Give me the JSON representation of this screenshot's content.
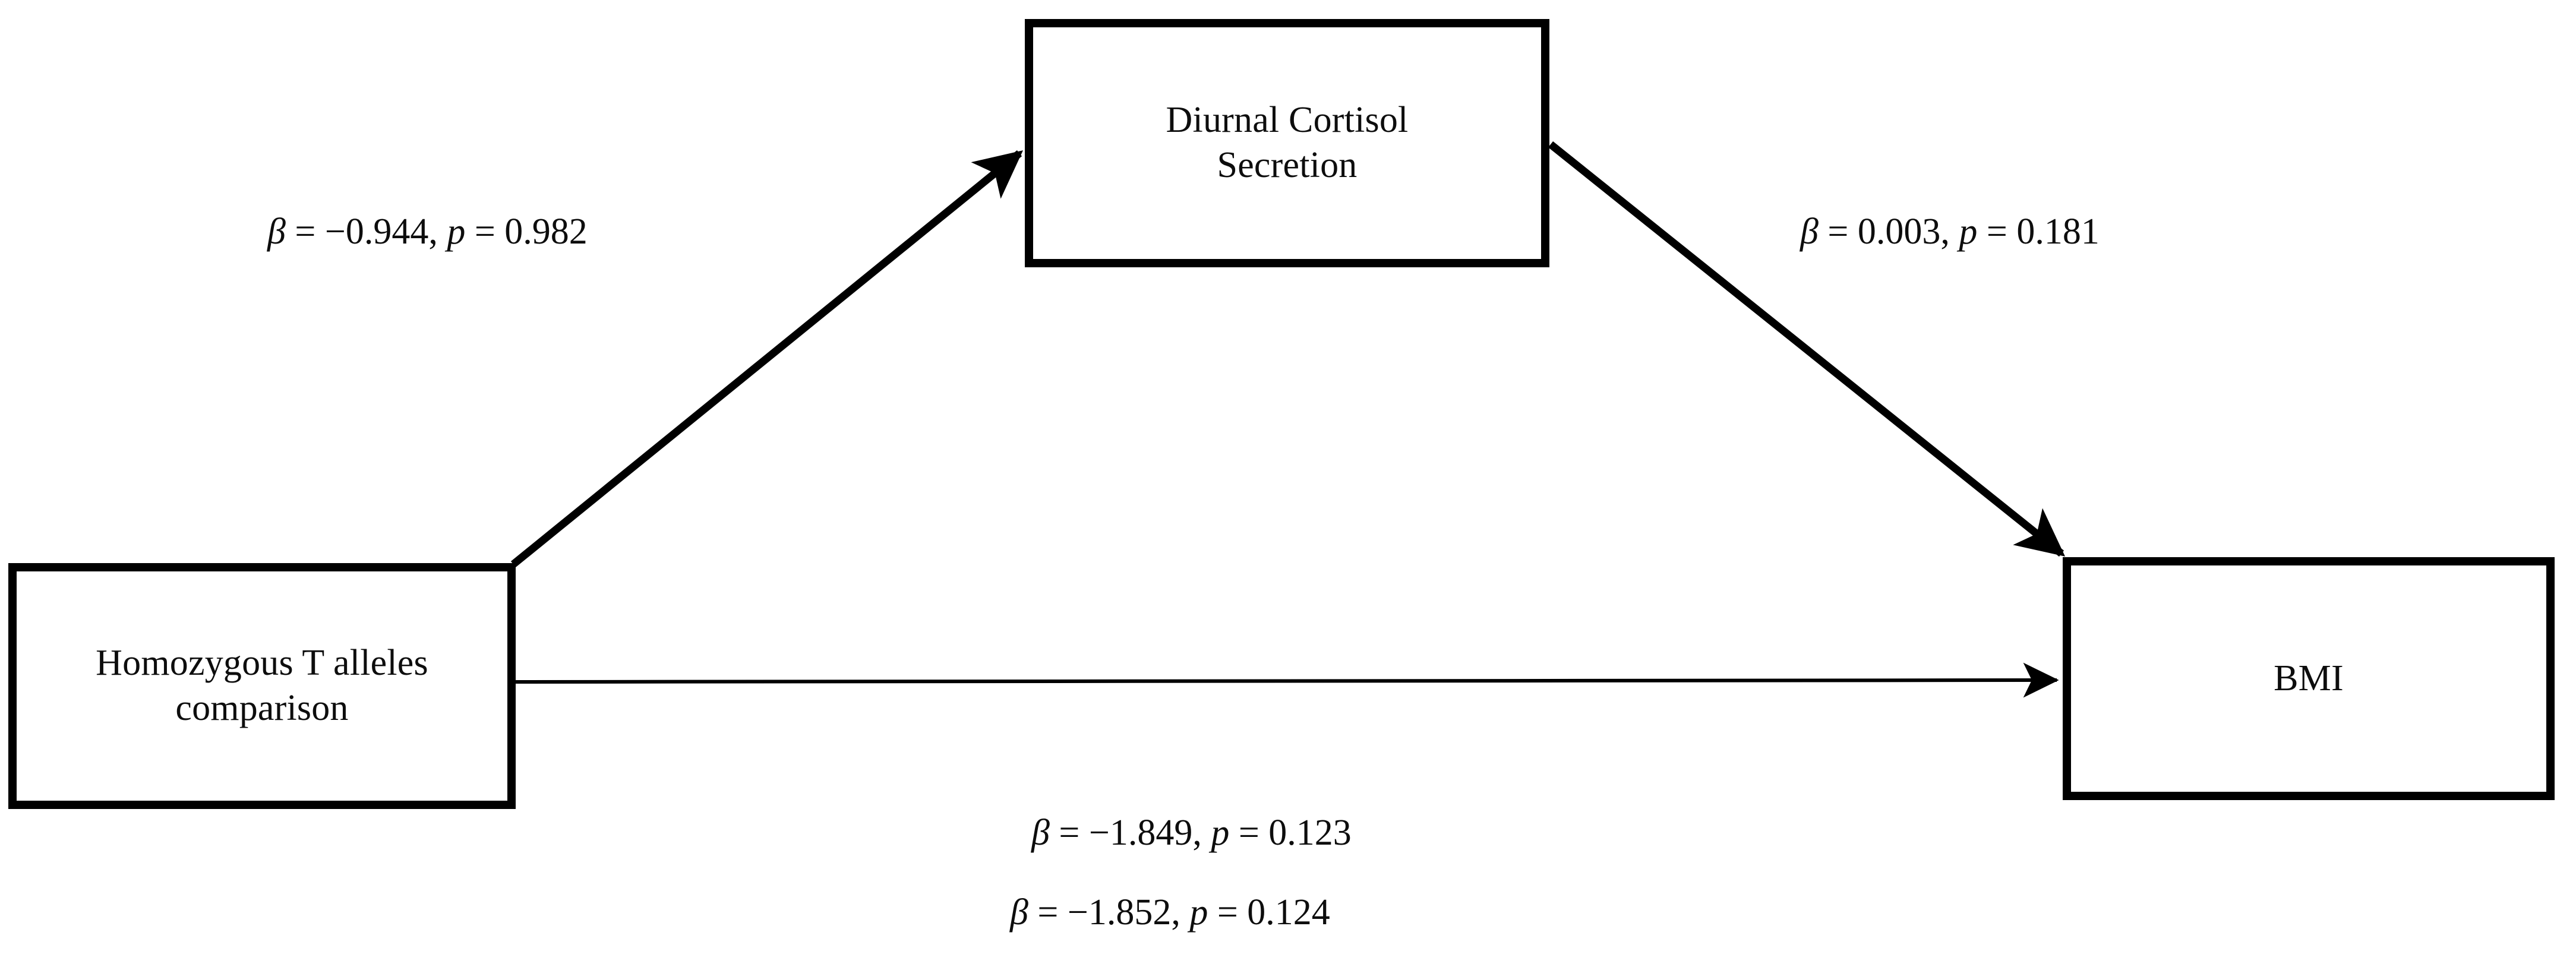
{
  "diagram": {
    "type": "mediation-path-model",
    "background_color": "#ffffff",
    "stroke_color": "#000000",
    "nodes": {
      "predictor": {
        "label": "Homozygous T alleles\ncomparison"
      },
      "mediator": {
        "label": "Diurnal Cortisol\nSecretion"
      },
      "outcome": {
        "label": "BMI"
      }
    },
    "paths": {
      "a_path": {
        "from": "predictor",
        "to": "mediator",
        "beta_symbol": "β",
        "beta_value": "−0.944",
        "p_symbol": "p",
        "p_value": "0.982",
        "text": "β = −0.944, p = 0.982"
      },
      "b_path": {
        "from": "mediator",
        "to": "outcome",
        "beta_symbol": "β",
        "beta_value": "0.003",
        "p_symbol": "p",
        "p_value": "0.181",
        "text": "β = 0.003, p = 0.181"
      },
      "c_total_path": {
        "from": "predictor",
        "to": "outcome",
        "beta_symbol": "β",
        "beta_value": "−1.849",
        "p_symbol": "p",
        "p_value": "0.123",
        "text": "β = −1.849, p = 0.123"
      },
      "c_prime_direct_path": {
        "from": "predictor",
        "to": "outcome",
        "beta_symbol": "β",
        "beta_value": "−1.852",
        "p_symbol": "p",
        "p_value": "0.124",
        "text": "β = −1.852, p = 0.124"
      }
    }
  }
}
